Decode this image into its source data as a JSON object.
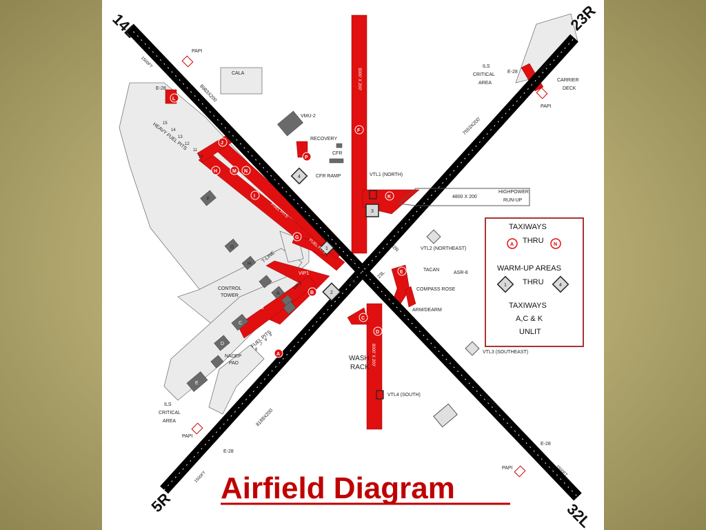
{
  "title": "Airfield Diagram",
  "runways": {
    "ends": [
      "14L",
      "32L",
      "5R",
      "23R"
    ],
    "dimensions": [
      "8983X200",
      "7553X200'",
      "8188X200",
      "7553X200'"
    ],
    "intersection_labels": [
      "14R",
      "32R",
      "5L",
      "23L"
    ]
  },
  "taxiway_labels": [
    "A",
    "B",
    "C",
    "D",
    "E",
    "F",
    "G",
    "H",
    "I",
    "J",
    "K",
    "L",
    "M",
    "N",
    "P"
  ],
  "runway_F": {
    "dim": "3000' X 200'"
  },
  "runway_D": {
    "dim": "8000' X 200'"
  },
  "labels": {
    "papi": "PAPI",
    "e28": "E-28",
    "cala": "CALA",
    "vmu2": "VMU-2",
    "recovery": "RECOVERY",
    "cfr": "CFR",
    "cfr_ramp": "CFR RAMP",
    "vtl1": "VTL1 (NORTH)",
    "vtl2": "VTL2 (NORTHEAST)",
    "vtl3": "VTL3 (SOUTHEAST)",
    "vtl4": "VTL4 (SOUTH)",
    "highpower": "HIGHPOWER",
    "runup": "RUN-UP",
    "hp_dim": "4800 X 200",
    "heavy_fuel_pits": "HEAVY FUEL PITS",
    "fuel_pits": "FUEL PITS",
    "ils": "ILS",
    "critical": "CRITICAL",
    "area": "AREA",
    "carrier": "CARRIER",
    "deck": "DECK",
    "tacan": "TACAN",
    "asr8": "ASR-8",
    "compass_rose": "COMPASS ROSE",
    "arm_dearm": "ARM/DEARM",
    "control": "CONTROL",
    "tower": "TOWER",
    "tline": "T-LINE",
    "nadep": "NADEP",
    "pad": "PAD",
    "wash": "WASH",
    "rack": "RACK",
    "ft1500": "1500FT",
    "vip1": "VIP1",
    "vip2": "VIP2"
  },
  "pit_numbers": [
    "15",
    "14",
    "13",
    "12",
    "11",
    "10"
  ],
  "fuel_pit_numbers": [
    "5",
    "6",
    "7",
    "8"
  ],
  "buildings": [
    "F",
    "G",
    "H",
    "A",
    "B",
    "C",
    "D",
    "E"
  ],
  "warmup_numbers": [
    "4",
    "3",
    "2",
    "1"
  ],
  "legend": {
    "line1": "TAXIWAYS",
    "line2": "THRU",
    "marker_a": "A",
    "marker_n": "N",
    "line3": "WARM-UP AREAS",
    "line4": "THRU",
    "area1": "1",
    "area4": "4",
    "line5": "TAXIWAYS",
    "line6": "A,C & K",
    "line7": "UNLIT"
  },
  "colors": {
    "taxiway_red": "#e01010",
    "runway_black": "#000000",
    "area_gray": "#e6e6e6",
    "building_gray": "#6a6a6a",
    "title_red": "#c00000",
    "background": "#b0a66e"
  }
}
